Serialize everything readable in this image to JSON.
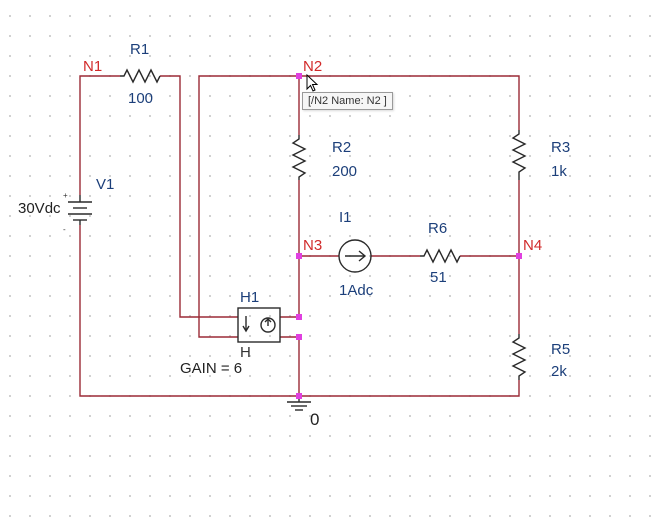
{
  "nets": {
    "n1": "N1",
    "n2": "N2",
    "n3": "N3",
    "n4": "N4",
    "ground": "0"
  },
  "components": {
    "r1": {
      "ref": "R1",
      "value": "100"
    },
    "r2": {
      "ref": "R2",
      "value": "200"
    },
    "r3": {
      "ref": "R3",
      "value": "1k"
    },
    "r5": {
      "ref": "R5",
      "value": "2k"
    },
    "r6": {
      "ref": "R6",
      "value": "51"
    },
    "v1": {
      "ref": "V1",
      "value": "30Vdc"
    },
    "i1": {
      "ref": "I1",
      "value": "1Adc"
    },
    "h1": {
      "ref": "H1",
      "sub": "H",
      "gain": "GAIN = 6"
    }
  },
  "tooltip": {
    "text": "[/N2 Name: N2 ]"
  },
  "colors": {
    "wire": "#9b2a36",
    "net_label": "#d12a2a",
    "part_label": "#1c3f7a",
    "node_dot": "#e040e0"
  }
}
